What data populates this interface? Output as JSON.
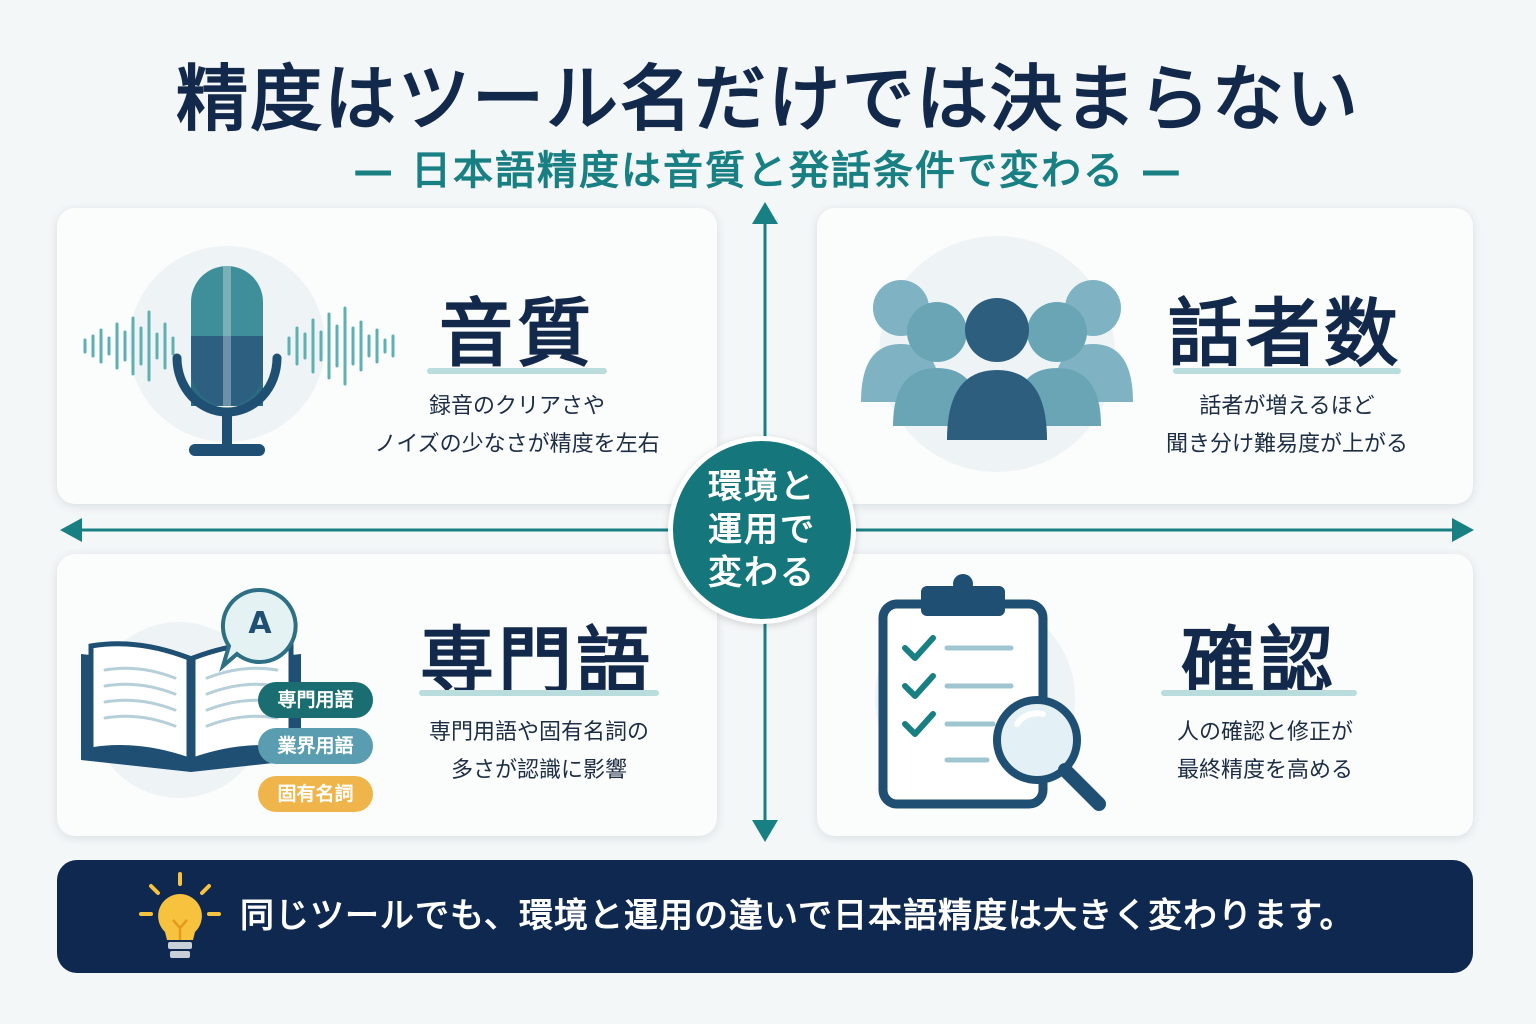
{
  "header": {
    "title": "精度はツール名だけでは決まらない",
    "subtitle": "— 日本語精度は音質と発話条件で変わる —"
  },
  "center": {
    "lines": [
      "環境と",
      "運用で",
      "変わる"
    ]
  },
  "cards": {
    "audio": {
      "title": "音質",
      "desc": [
        "録音のクリアさや",
        "ノイズの少なさが精度を左右"
      ],
      "icon": "microphone-icon"
    },
    "speakers": {
      "title": "話者数",
      "desc": [
        "話者が増えるほど",
        "聞き分け難易度が上がる"
      ],
      "icon": "people-icon"
    },
    "terms": {
      "title": "専門語",
      "desc": [
        "専門用語や固有名詞の",
        "多さが認識に影響"
      ],
      "icon": "book-icon",
      "bubble_letter": "A",
      "tags": [
        "専門用語",
        "業界用語",
        "固有名詞"
      ]
    },
    "review": {
      "title": "確認",
      "desc": [
        "人の確認と修正が",
        "最終精度を高める"
      ],
      "icon": "clipboard-magnifier-icon"
    }
  },
  "banner": {
    "text": "同じツールでも、環境と運用の違いで日本語精度は大きく変わります。",
    "icon": "lightbulb-icon"
  },
  "colors": {
    "navy": "#13294b",
    "teal": "#187f82",
    "light_teal": "#7fb3c3",
    "tag_teal": "#1a6e72",
    "tag_blue": "#5a9db0",
    "tag_orange": "#f0b54a",
    "bulb": "#f7c23e"
  }
}
